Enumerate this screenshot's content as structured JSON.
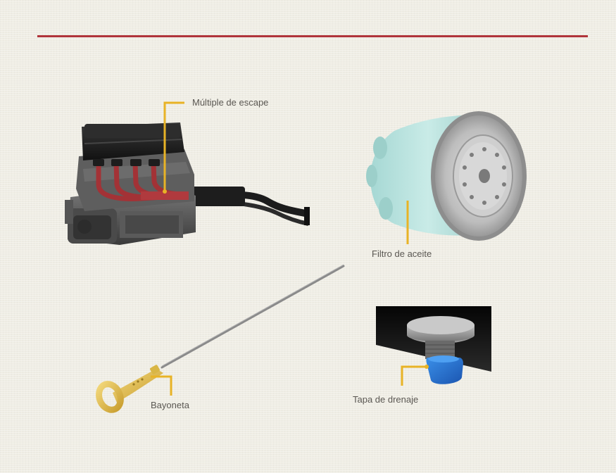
{
  "labels": {
    "exhaust": "Múltiple de escape",
    "oil_filter": "Filtro de aceite",
    "dipstick": "Bayoneta",
    "drain_plug": "Tapa de drenaje"
  },
  "colors": {
    "rule": "#b0343a",
    "leader": "#e8b326",
    "text": "#5a5752",
    "background": "#efede4"
  }
}
